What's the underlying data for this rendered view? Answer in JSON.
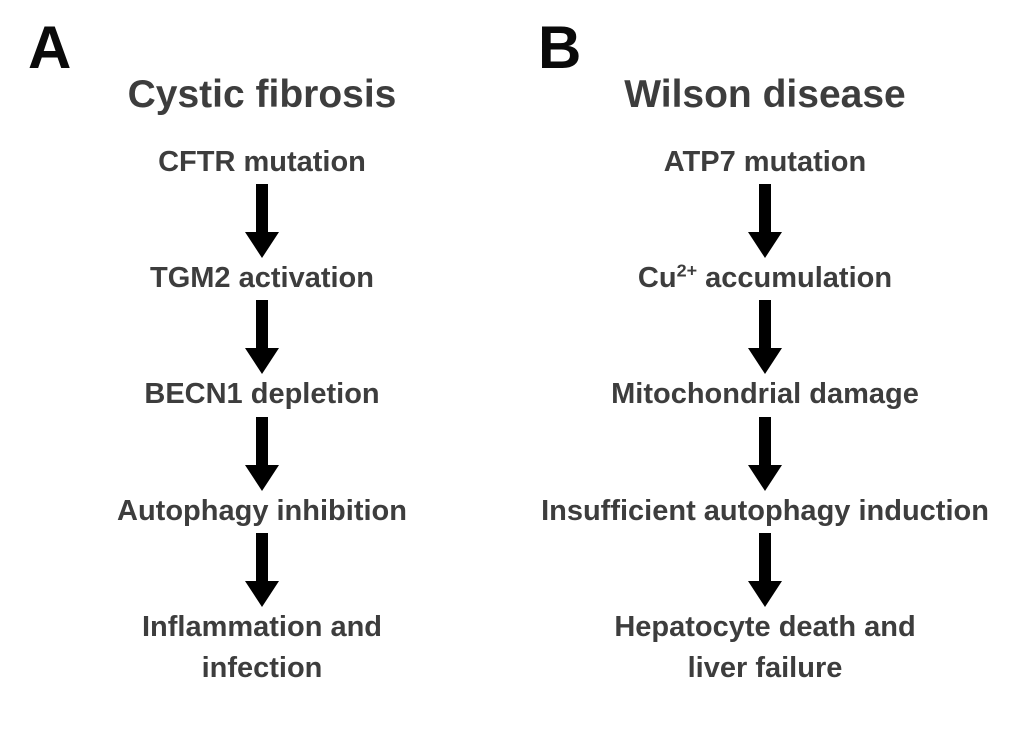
{
  "figure": {
    "background_color": "#ffffff",
    "text_color": "#3d3d3d",
    "letter_color": "#0a0a0a",
    "arrow_color": "#000000"
  },
  "panels": [
    {
      "letter": "A",
      "title": "Cystic fibrosis",
      "nodes": [
        {
          "label": "CFTR mutation"
        },
        {
          "label": "TGM2 activation"
        },
        {
          "label": "BECN1 depletion"
        },
        {
          "label": "Autophagy inhibition"
        },
        {
          "label": "Inflammation and\ninfection"
        }
      ],
      "arrows": [
        {
          "name": "arrow-down"
        },
        {
          "name": "arrow-down"
        },
        {
          "name": "arrow-down"
        },
        {
          "name": "arrow-down"
        }
      ]
    },
    {
      "letter": "B",
      "title": "Wilson disease",
      "nodes": [
        {
          "label": "ATP7 mutation"
        },
        {
          "label": "Cu2+ accumulation",
          "base": "Cu",
          "sup": "2+",
          "tail": " accumulation"
        },
        {
          "label": "Mitochondrial damage"
        },
        {
          "label": "Insufficient autophagy induction"
        },
        {
          "label": "Hepatocyte death and\nliver failure"
        }
      ],
      "arrows": [
        {
          "name": "arrow-down"
        },
        {
          "name": "arrow-down"
        },
        {
          "name": "arrow-down"
        },
        {
          "name": "arrow-down"
        }
      ]
    }
  ]
}
